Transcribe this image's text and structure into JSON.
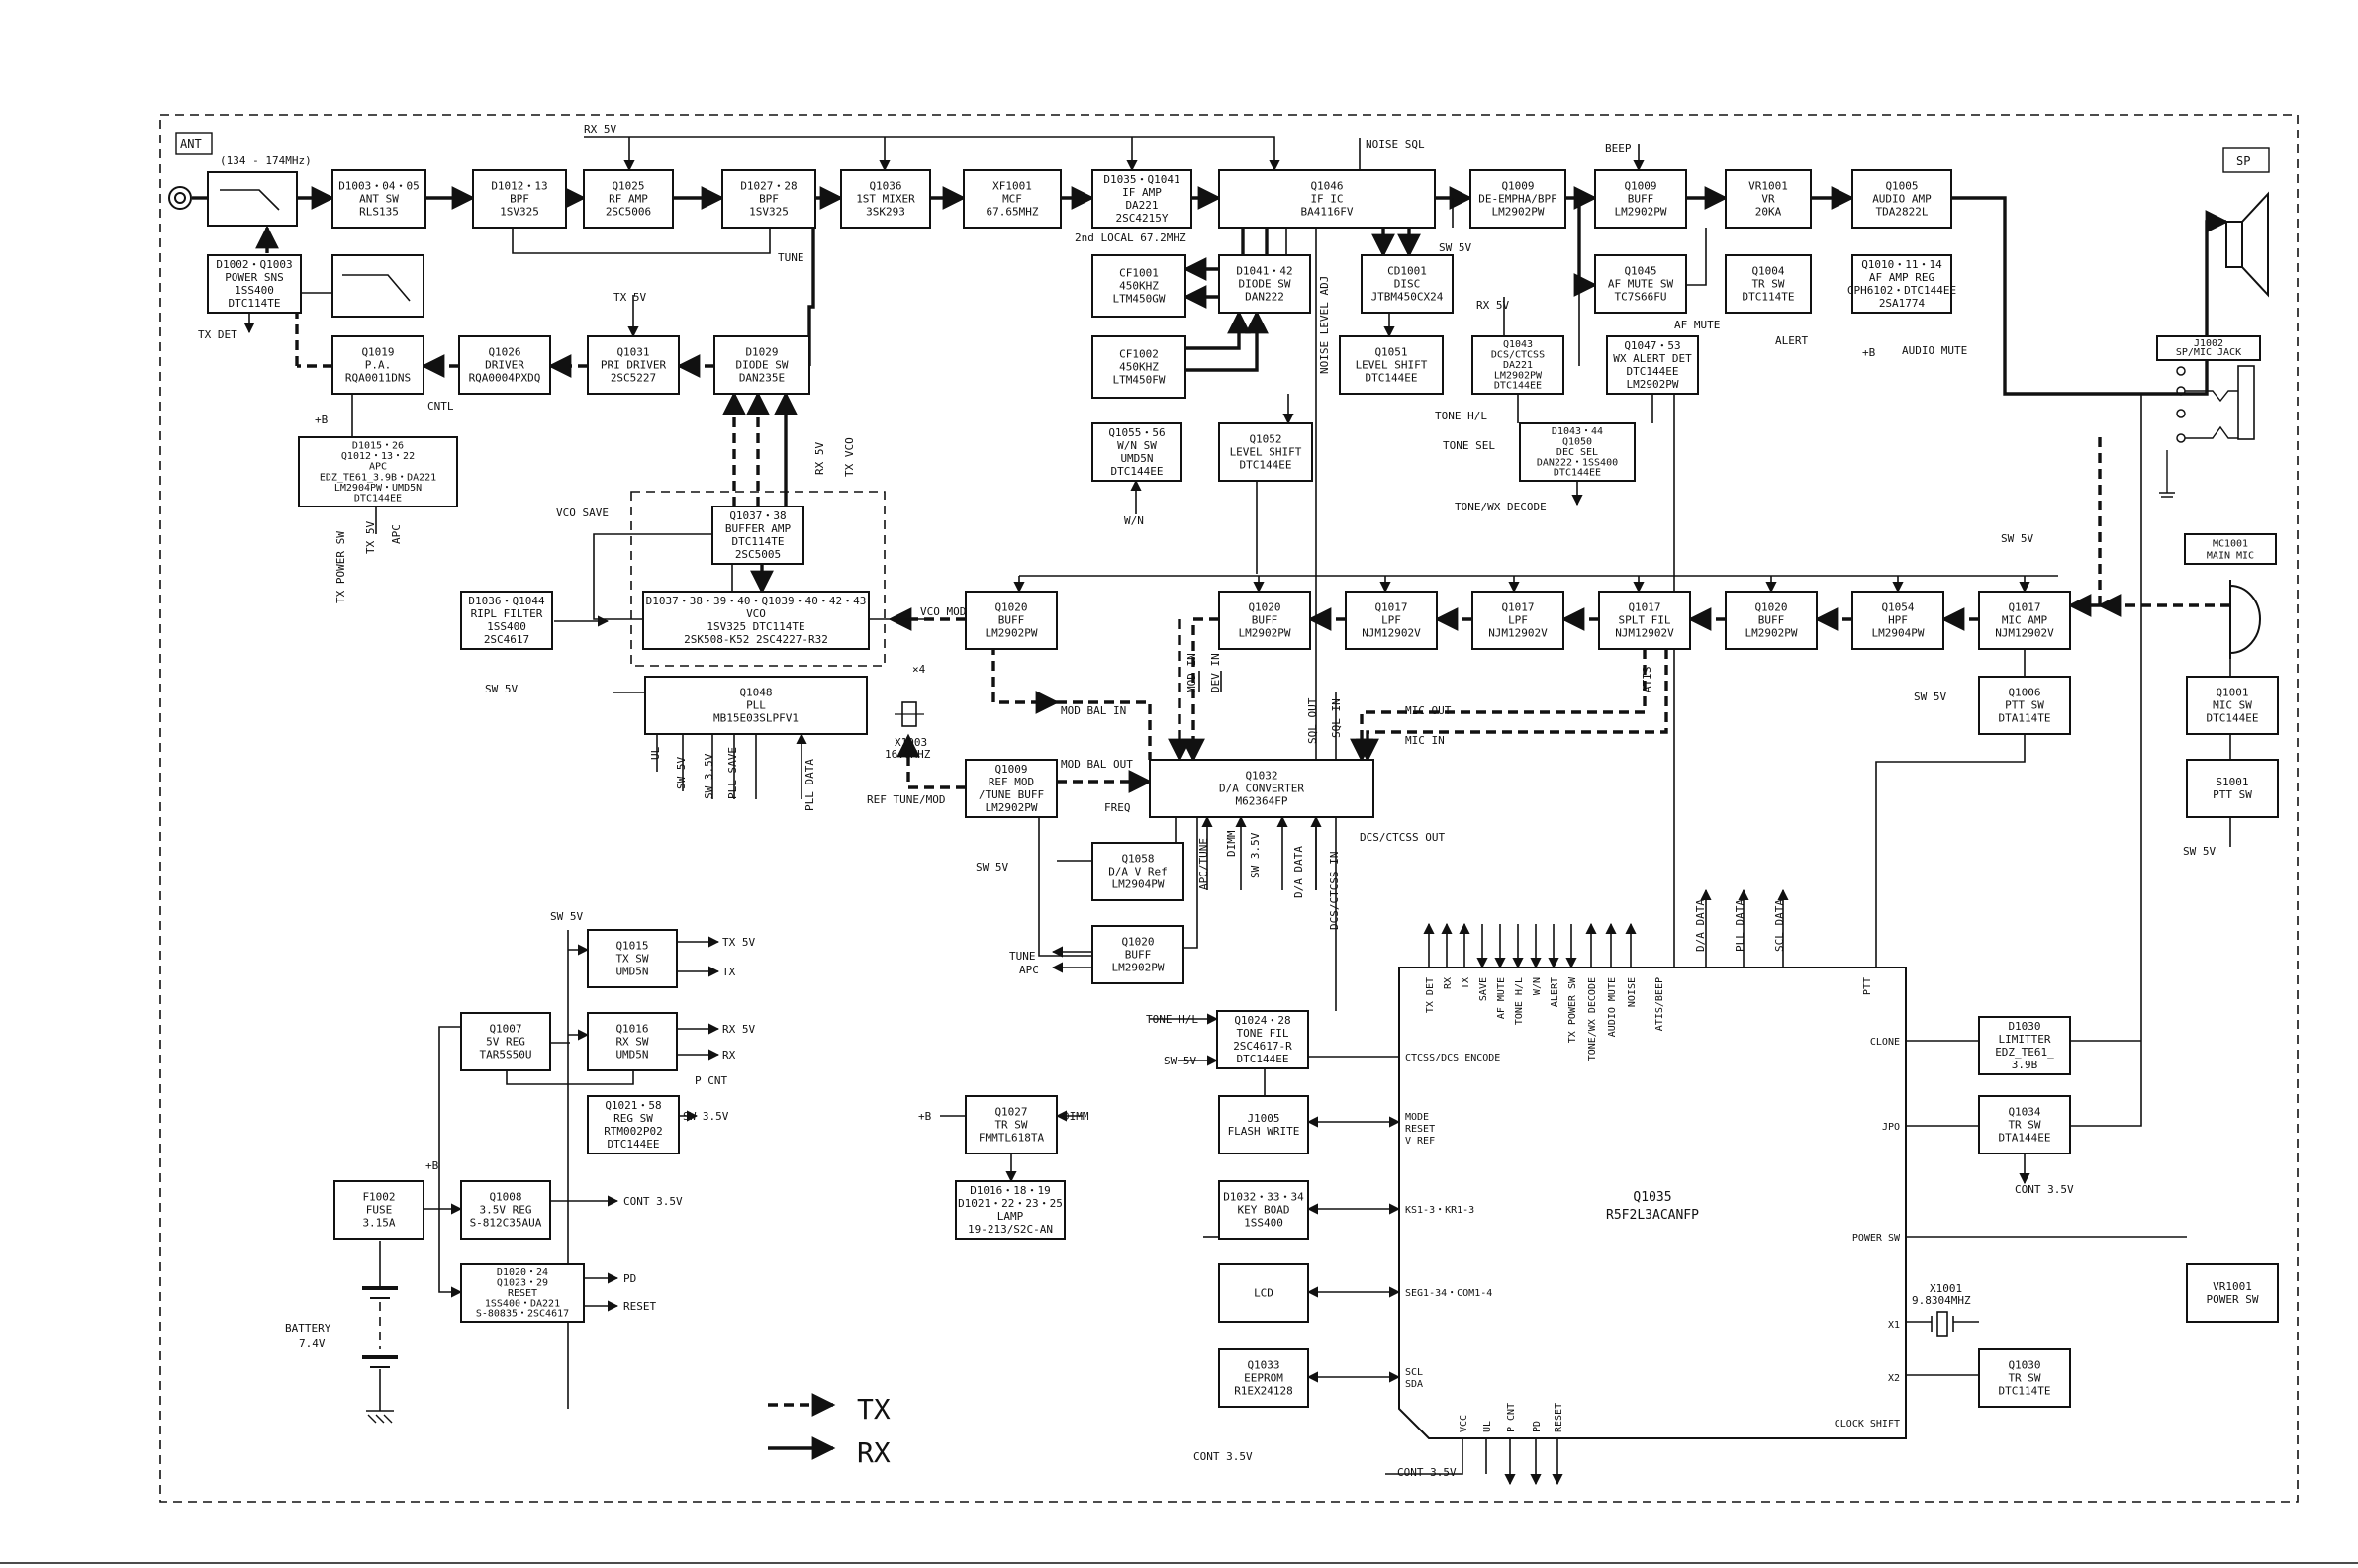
{
  "blocks": [
    {
      "id": "d1003",
      "lines": [
        "D1003・04・05",
        "ANT SW",
        "RLS135"
      ]
    },
    {
      "id": "d1012",
      "lines": [
        "D1012・13",
        "BPF",
        "1SV325"
      ]
    },
    {
      "id": "q1025",
      "lines": [
        "Q1025",
        "RF AMP",
        "2SC5006"
      ]
    },
    {
      "id": "d1027",
      "lines": [
        "D1027・28",
        "BPF",
        "1SV325"
      ]
    },
    {
      "id": "q1036",
      "lines": [
        "Q1036",
        "1ST MIXER",
        "3SK293"
      ]
    },
    {
      "id": "xf1001",
      "lines": [
        "XF1001",
        "MCF",
        "67.65MHZ"
      ]
    },
    {
      "id": "d1035",
      "lines": [
        "D1035・Q1041",
        "IF AMP",
        "DA221",
        "2SC4215Y"
      ]
    },
    {
      "id": "q1046",
      "lines": [
        "Q1046",
        "IF IC",
        "BA4116FV"
      ]
    },
    {
      "id": "q1009a",
      "lines": [
        "Q1009",
        "DE-EMPHA/BPF",
        "LM2902PW"
      ]
    },
    {
      "id": "q1009b",
      "lines": [
        "Q1009",
        "BUFF",
        "LM2902PW"
      ]
    },
    {
      "id": "vr1001",
      "lines": [
        "VR1001",
        "VR",
        "20KA"
      ]
    },
    {
      "id": "q1005",
      "lines": [
        "Q1005",
        "AUDIO AMP",
        "TDA2822L"
      ]
    },
    {
      "id": "d1002",
      "lines": [
        "D1002・Q1003",
        "POWER SNS",
        "1SS400",
        "DTC114TE"
      ]
    },
    {
      "id": "cf1001",
      "lines": [
        "CF1001",
        "450KHZ",
        "LTM450GW"
      ]
    },
    {
      "id": "cf1002",
      "lines": [
        "CF1002",
        "450KHZ",
        "LTM450FW"
      ]
    },
    {
      "id": "d1041",
      "lines": [
        "D1041・42",
        "DIODE SW",
        "DAN222"
      ]
    },
    {
      "id": "cd1001",
      "lines": [
        "CD1001",
        "DISC",
        "JTBM450CX24"
      ]
    },
    {
      "id": "q1045",
      "lines": [
        "Q1045",
        "AF MUTE SW",
        "TC7S66FU"
      ]
    },
    {
      "id": "q1004",
      "lines": [
        "Q1004",
        "TR SW",
        "DTC114TE"
      ]
    },
    {
      "id": "q1010",
      "lines": [
        "Q1010・11・14",
        "AF AMP REG",
        "CPH6102・DTC144EE",
        "2SA1774"
      ]
    },
    {
      "id": "q1019",
      "lines": [
        "Q1019",
        "P.A.",
        "RQA0011DNS"
      ]
    },
    {
      "id": "q1026",
      "lines": [
        "Q1026",
        "DRIVER",
        "RQA0004PXDQ"
      ]
    },
    {
      "id": "q1031",
      "lines": [
        "Q1031",
        "PRI DRIVER",
        "2SC5227"
      ]
    },
    {
      "id": "d1029",
      "lines": [
        "D1029",
        "DIODE SW",
        "DAN235E"
      ]
    },
    {
      "id": "q1051",
      "lines": [
        "Q1051",
        "LEVEL SHIFT",
        "DTC144EE"
      ]
    },
    {
      "id": "q1043",
      "lines": [
        "Q1043",
        "DCS/CTCSS",
        "DA221",
        "LM2902PW",
        "DTC144EE"
      ]
    },
    {
      "id": "q1047",
      "lines": [
        "Q1047・53",
        "WX ALERT DET",
        "DTC144EE",
        "LM2902PW"
      ]
    },
    {
      "id": "d1015",
      "lines": [
        "D1015・26",
        "Q1012・13・22",
        "APC",
        "EDZ_TE61_3.9B・DA221",
        "LM2904PW・UMD5N",
        "DTC144EE"
      ]
    },
    {
      "id": "q1055",
      "lines": [
        "Q1055・56",
        "W/N SW",
        "UMD5N",
        "DTC144EE"
      ]
    },
    {
      "id": "q1052",
      "lines": [
        "Q1052",
        "LEVEL SHIFT",
        "DTC144EE"
      ]
    },
    {
      "id": "d1043",
      "lines": [
        "D1043・44",
        "Q1050",
        "DEC SEL",
        "DAN222・1SS400",
        "DTC144EE"
      ]
    },
    {
      "id": "q1037",
      "lines": [
        "Q1037・38",
        "BUFFER AMP",
        "DTC114TE",
        "2SC5005"
      ]
    },
    {
      "id": "d1036",
      "lines": [
        "D1036・Q1044",
        "RIPL FILTER",
        "1SS400",
        "2SC4617"
      ]
    },
    {
      "id": "vco",
      "lines": [
        "D1037・38・39・40・Q1039・40・42・43",
        "VCO",
        "1SV325   DTC114TE",
        "2SK508-K52  2SC4227-R32"
      ]
    },
    {
      "id": "q1048",
      "lines": [
        "Q1048",
        "PLL",
        "MB15E03SLPFV1"
      ]
    },
    {
      "id": "q1020a",
      "lines": [
        "Q1020",
        "BUFF",
        "LM2902PW"
      ]
    },
    {
      "id": "q1020b",
      "lines": [
        "Q1020",
        "BUFF",
        "LM2902PW"
      ]
    },
    {
      "id": "q1017a",
      "lines": [
        "Q1017",
        "LPF",
        "NJM12902V"
      ]
    },
    {
      "id": "q1017b",
      "lines": [
        "Q1017",
        "LPF",
        "NJM12902V"
      ]
    },
    {
      "id": "q1017c",
      "lines": [
        "Q1017",
        "SPLT FIL",
        "NJM12902V"
      ]
    },
    {
      "id": "q1020c",
      "lines": [
        "Q1020",
        "BUFF",
        "LM2902PW"
      ]
    },
    {
      "id": "q1054",
      "lines": [
        "Q1054",
        "HPF",
        "LM2904PW"
      ]
    },
    {
      "id": "q1017d",
      "lines": [
        "Q1017",
        "MIC AMP",
        "NJM12902V"
      ]
    },
    {
      "id": "q1009c",
      "lines": [
        "Q1009",
        "REF MOD",
        "/TUNE BUFF",
        "LM2902PW"
      ]
    },
    {
      "id": "q1032",
      "lines": [
        "Q1032",
        "D/A CONVERTER",
        "M62364FP"
      ]
    },
    {
      "id": "q1006",
      "lines": [
        "Q1006",
        "PTT SW",
        "DTA114TE"
      ]
    },
    {
      "id": "q1001",
      "lines": [
        "Q1001",
        "MIC SW",
        "DTC144EE"
      ]
    },
    {
      "id": "s1001",
      "lines": [
        "S1001",
        "PTT SW"
      ]
    },
    {
      "id": "q1058",
      "lines": [
        "Q1058",
        "D/A V Ref",
        "LM2904PW"
      ]
    },
    {
      "id": "q1020d",
      "lines": [
        "Q1020",
        "BUFF",
        "LM2902PW"
      ]
    },
    {
      "id": "q1015",
      "lines": [
        "Q1015",
        "TX SW",
        "UMD5N"
      ]
    },
    {
      "id": "q1016",
      "lines": [
        "Q1016",
        "RX SW",
        "UMD5N"
      ]
    },
    {
      "id": "q1007",
      "lines": [
        "Q1007",
        "5V REG",
        "TAR5S50U"
      ]
    },
    {
      "id": "q1021",
      "lines": [
        "Q1021・58",
        "REG SW",
        "RTM002P02",
        "DTC144EE"
      ]
    },
    {
      "id": "f1002",
      "lines": [
        "F1002",
        "FUSE",
        "3.15A"
      ]
    },
    {
      "id": "q1008",
      "lines": [
        "Q1008",
        "3.5V REG",
        "S-812C35AUA"
      ]
    },
    {
      "id": "d1020",
      "lines": [
        "D1020・24",
        "Q1023・29",
        "RESET",
        "1SS400・DA221",
        "S-80835・2SC4617"
      ]
    },
    {
      "id": "q1024",
      "lines": [
        "Q1024・28",
        "TONE FIL",
        "2SC4617-R",
        "DTC144EE"
      ]
    },
    {
      "id": "j1005",
      "lines": [
        "J1005",
        "FLASH WRITE"
      ]
    },
    {
      "id": "d1032",
      "lines": [
        "D1032・33・34",
        "KEY BOAD",
        "1SS400"
      ]
    },
    {
      "id": "lcd",
      "lines": [
        "LCD"
      ]
    },
    {
      "id": "q1033",
      "lines": [
        "Q1033",
        "EEPROM",
        "R1EX24128"
      ]
    },
    {
      "id": "q1027",
      "lines": [
        "Q1027",
        "TR SW",
        "FMMTL618TA"
      ]
    },
    {
      "id": "d1016",
      "lines": [
        "D1016・18・19",
        "D1021・22・23・25",
        "LAMP",
        "19-213/S2C-AN"
      ]
    },
    {
      "id": "d1030",
      "lines": [
        "D1030",
        "LIMITTER",
        "EDZ_TE61_",
        "3.9B"
      ]
    },
    {
      "id": "q1034",
      "lines": [
        "Q1034",
        "TR SW",
        "DTA144EE"
      ]
    },
    {
      "id": "q1030",
      "lines": [
        "Q1030",
        "TR SW",
        "DTC114TE"
      ]
    },
    {
      "id": "vr1001b",
      "lines": [
        "VR1001",
        "POWER SW"
      ]
    },
    {
      "id": "mc1001",
      "lines": [
        "MC1001",
        "MAIN MIC"
      ]
    },
    {
      "id": "j1002",
      "lines": [
        "J1002",
        "SP/MIC JACK"
      ]
    }
  ],
  "mcu": {
    "ref": "Q1035",
    "part": "R5F2L3ACANFP",
    "top_pins": [
      "TX DET",
      "RX",
      "TX",
      "SAVE",
      "AF MUTE",
      "TONE H/L",
      "W/N",
      "ALERT",
      "TX POWER SW",
      "TONE/WX DECODE",
      "AUDIO MUTE",
      "NOISE",
      "ATIS/BEEP",
      "PTT"
    ],
    "left_pins": [
      "CTCSS/DCS ENCODE",
      "MODE",
      "RESET",
      "V REF",
      "KS1-3・KR1-3",
      "SEG1-34・COM1-4",
      "SCL",
      "SDA"
    ],
    "right_pins": [
      "CLONE",
      "JPO",
      "POWER SW",
      "X1",
      "X2",
      "CLOCK SHIFT"
    ],
    "bottom_pins": [
      "VCC",
      "UL",
      "P CNT",
      "PD",
      "RESET"
    ]
  },
  "labels": {
    "ant": "ANT",
    "band": "(134 - 174MHz)",
    "sp": "SP",
    "rx5v": "RX 5V",
    "noise_sql": "NOISE SQL",
    "beep": "BEEP",
    "tune": "TUNE",
    "second_local": "2nd LOCAL 67.2MHZ",
    "tx_det": "TX DET",
    "tx5v": "TX 5V",
    "b_plus": "+B",
    "cntl": "CNTL",
    "noise_level_adj": "NOISE LEVEL ADJ",
    "rx5v_b": "RX 5V",
    "af_mute": "AF MUTE",
    "alert": "ALERT",
    "audio_mute": "AUDIO MUTE",
    "tone_hl": "TONE H/L",
    "tone_sel": "TONE SEL",
    "tone_wx_decode": "TONE/WX DECODE",
    "wn": "W/N",
    "vco_save": "VCO SAVE",
    "rx5v_c": "RX 5V",
    "tx_vco": "TX VCO",
    "tx_power_sw": "TX POWER SW",
    "tx5v_b": "TX 5V",
    "apc": "APC",
    "sw5v": "SW 5V",
    "vco_mod": "VCO MOD",
    "x4": "×4",
    "mod_bal_in": "MOD BAL IN",
    "mod_bal_out": "MOD BAL OUT",
    "mod_in": "MOD IN",
    "dev_in": "DEV IN",
    "sql_out": "SQL OUT",
    "sql_in": "SQL IN",
    "mic_out": "MIC OUT",
    "mic_in": "MIC IN",
    "atis": "ATIS",
    "sw5v_b": "SW 5V",
    "ul": "UL",
    "sw5v_c": "SW 5V",
    "sw35v": "SW 3.5V",
    "pll_save": "PLL SAVE",
    "pll_data": "PLL DATA",
    "x1003": "X1003",
    "x1003f": "16.8MHZ",
    "ref_tune": "REF TUNE/MOD",
    "freq": "FREQ",
    "apc_tune": "APC/TUNE",
    "dimm": "DIMM",
    "sw35v_b": "SW 3.5V",
    "da_data": "D/A DATA",
    "dcs_ctcss_in": "DCS/CTCSS IN",
    "dcs_ctcss_out": "DCS/CTCSS OUT",
    "sw5v_d": "SW 5V",
    "tune_b": "TUNE",
    "apc_b": "APC",
    "da_data_b": "D/A DATA",
    "pll_data_b": "PLL DATA",
    "scl_data": "SCL DATA",
    "sw5v_e": "SW 5V",
    "tx5v_c": "TX 5V",
    "tx": "TX",
    "rx5v_d": "RX 5V",
    "rx": "RX",
    "p_cnt": "P CNT",
    "sw35v_c": "SW 3.5V",
    "plus_b_2": "+B",
    "cont35v": "CONT 3.5V",
    "pd": "PD",
    "reset": "RESET",
    "battery": "BATTERY",
    "battery_v": "7.4V",
    "tone_hl_b": "TONE H/L",
    "sw5v_f": "SW 5V",
    "plus_b_3": "+B",
    "dimm_b": "DIMM",
    "sw5v_g": "SW 5V",
    "sw5v_h": "SW 5V",
    "cont35v_b": "CONT 3.5V",
    "cont35v_c": "CONT 3.5V",
    "cont35v_d": "CONT 3.5V",
    "x1001": "X1001",
    "x1001f": "9.8304MHZ",
    "plus_b_4": "+B",
    "sw5v_i": "SW 5V"
  },
  "legend": {
    "tx": "TX",
    "rx": "RX"
  }
}
